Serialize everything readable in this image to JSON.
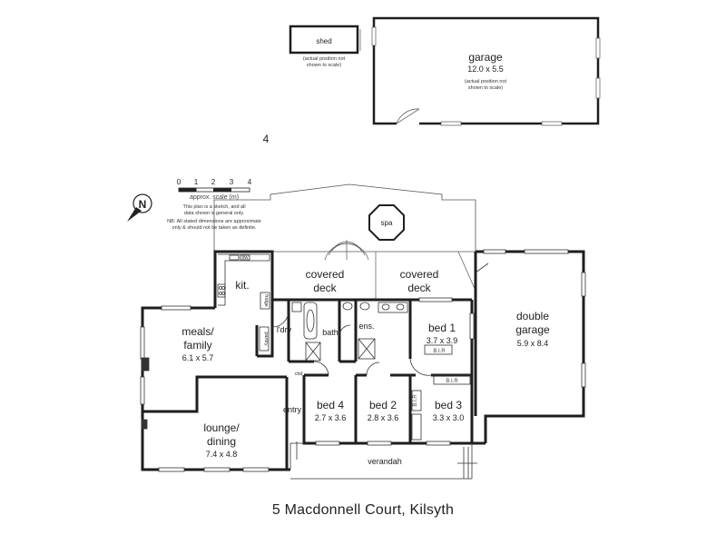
{
  "floorplan": {
    "address": "5 Macdonnell Court, Kilsyth",
    "lot_number": "4",
    "scale": {
      "ticks": [
        "0",
        "1",
        "2",
        "3",
        "4"
      ],
      "caption": "approx. scale (m)",
      "note_1": "This plan is a sketch, and all",
      "note_2": "data shown is general only.",
      "note_3": "NB: All stated dimensions are approximate",
      "note_4": "only & should not be taken as definite."
    },
    "north": "N",
    "outbuildings": {
      "shed": {
        "label": "shed",
        "note_1": "(actual position not",
        "note_2": "shown to scale)"
      },
      "garage": {
        "label": "garage",
        "size": "12.0 x 5.5",
        "note_1": "(actual position not",
        "note_2": "shown to scale)"
      }
    },
    "rooms": {
      "spa": "spa",
      "covered_deck_1": {
        "line1": "covered",
        "line2": "deck"
      },
      "covered_deck_2": {
        "line1": "covered",
        "line2": "deck"
      },
      "kit": "kit.",
      "meals": {
        "line1": "meals/",
        "line2": "family",
        "size": "6.1 x 5.7"
      },
      "ldry": "l'dry",
      "bath": "bath",
      "ens": "ens.",
      "bed1": {
        "label": "bed 1",
        "size": "3.7 x 3.9",
        "bir": "B.I.R"
      },
      "bed2": {
        "label": "bed 2",
        "size": "2.8 x 3.6",
        "bir": "B.I.R"
      },
      "bed3": {
        "label": "bed 3",
        "size": "3.3 x 3.0",
        "bir": "B.I.R"
      },
      "bed4": {
        "label": "bed 4",
        "size": "2.7 x 3.6"
      },
      "double_garage": {
        "line1": "double",
        "line2": "garage",
        "size": "5.9 x 8.4"
      },
      "lounge": {
        "line1": "lounge/",
        "line2": "dining",
        "size": "7.4 x 4.8"
      },
      "entry": "entry",
      "verandah": "verandah",
      "cbd": "cbd",
      "pantry": "pantry",
      "fridge": "fridge",
      "dw": "dw"
    },
    "colors": {
      "wall": "#1e1e1e",
      "line": "#333333",
      "background": "#ffffff"
    }
  }
}
